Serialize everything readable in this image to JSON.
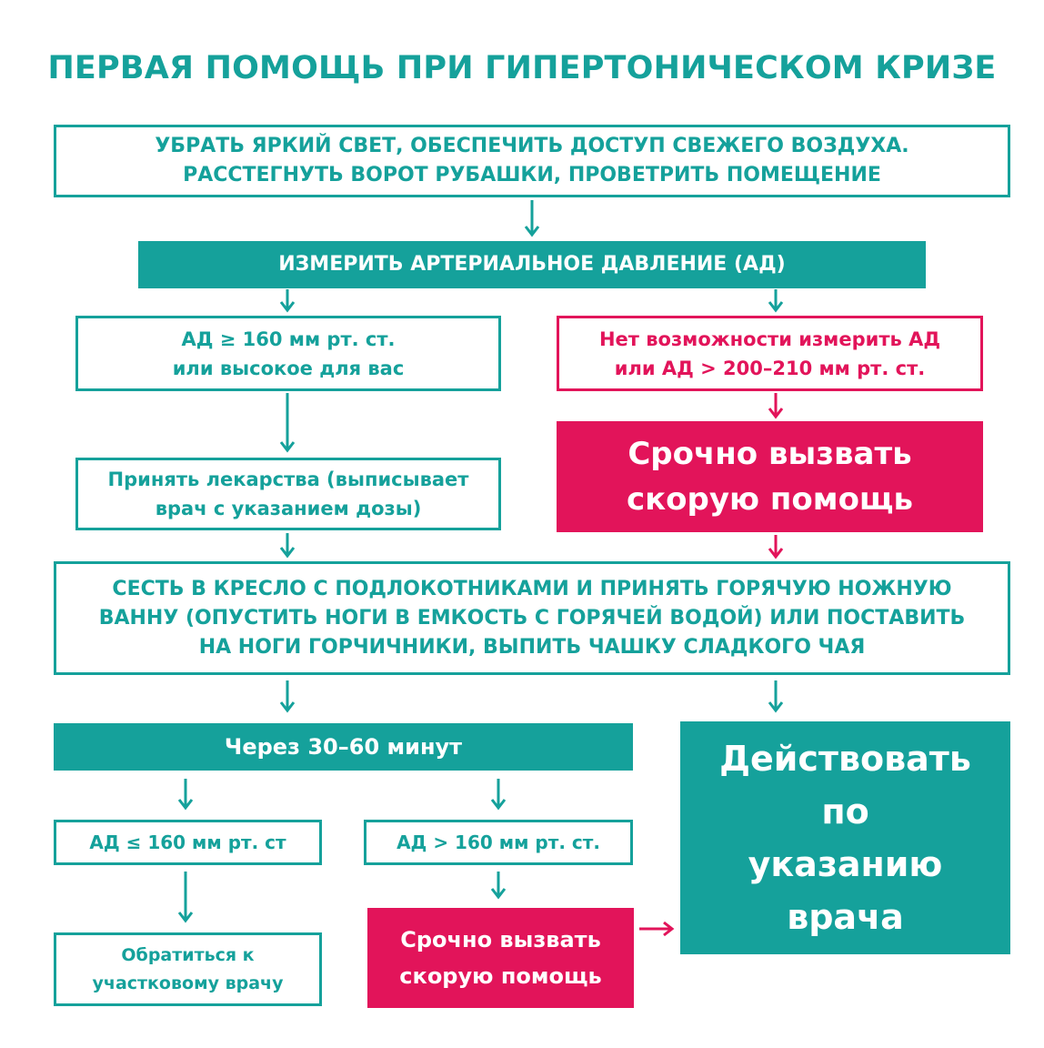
{
  "title": "ПЕРВАЯ ПОМОЩЬ ПРИ ГИПЕРТОНИЧЕСКОМ КРИЗЕ",
  "step1": {
    "lines": [
      "УБРАТЬ ЯРКИЙ СВЕТ, ОБЕСПЕЧИТЬ ДОСТУП СВЕЖЕГО ВОЗДУХА.",
      "РАССТЕГНУТЬ ВОРОТ РУБАШКИ, ПРОВЕТРИТЬ ПОМЕЩЕНИЕ"
    ]
  },
  "step2": {
    "label": "ИЗМЕРИТЬ АРТЕРИАЛЬНОЕ ДАВЛЕНИЕ (АД)"
  },
  "branch_high": {
    "lines": [
      "АД ≥ 160 мм рт. ст.",
      "или высокое для вас"
    ]
  },
  "branch_unknown": {
    "lines": [
      "Нет возможности измерить АД",
      "или АД > 200–210 мм рт. ст."
    ]
  },
  "take_meds": {
    "lines": [
      "Принять лекарства (выписывает",
      "врач с указанием дозы)"
    ]
  },
  "call_ambulance_1": {
    "lines": [
      "Срочно вызвать",
      "скорую помощь"
    ]
  },
  "step3": {
    "lines": [
      "СЕСТЬ В КРЕСЛО С ПОДЛОКОТНИКАМИ И ПРИНЯТЬ ГОРЯЧУЮ НОЖНУЮ",
      "ВАННУ (ОПУСТИТЬ НОГИ В ЕМКОСТЬ С ГОРЯЧЕЙ ВОДОЙ) ИЛИ ПОСТАВИТЬ",
      "НА НОГИ ГОРЧИЧНИКИ, ВЫПИТЬ ЧАШКУ СЛАДКОГО ЧАЯ"
    ]
  },
  "wait": {
    "label": "Через 30–60 минут"
  },
  "doctor_instructions": {
    "lines": [
      "Действовать",
      "по",
      "указанию",
      "врача"
    ]
  },
  "result_low": {
    "label": "АД ≤ 160 мм рт. ст"
  },
  "result_high": {
    "label": "АД > 160 мм рт. ст."
  },
  "see_doctor": {
    "lines": [
      "Обратиться к",
      "участковому врачу"
    ]
  },
  "call_ambulance_2": {
    "lines": [
      "Срочно вызвать",
      "скорую помощь"
    ]
  },
  "colors": {
    "teal": "#15a19b",
    "red": "#e2145a",
    "background": "#ffffff"
  },
  "icons": {
    "arrow": "arrow-down-icon",
    "arrow_right": "arrow-right-icon"
  }
}
